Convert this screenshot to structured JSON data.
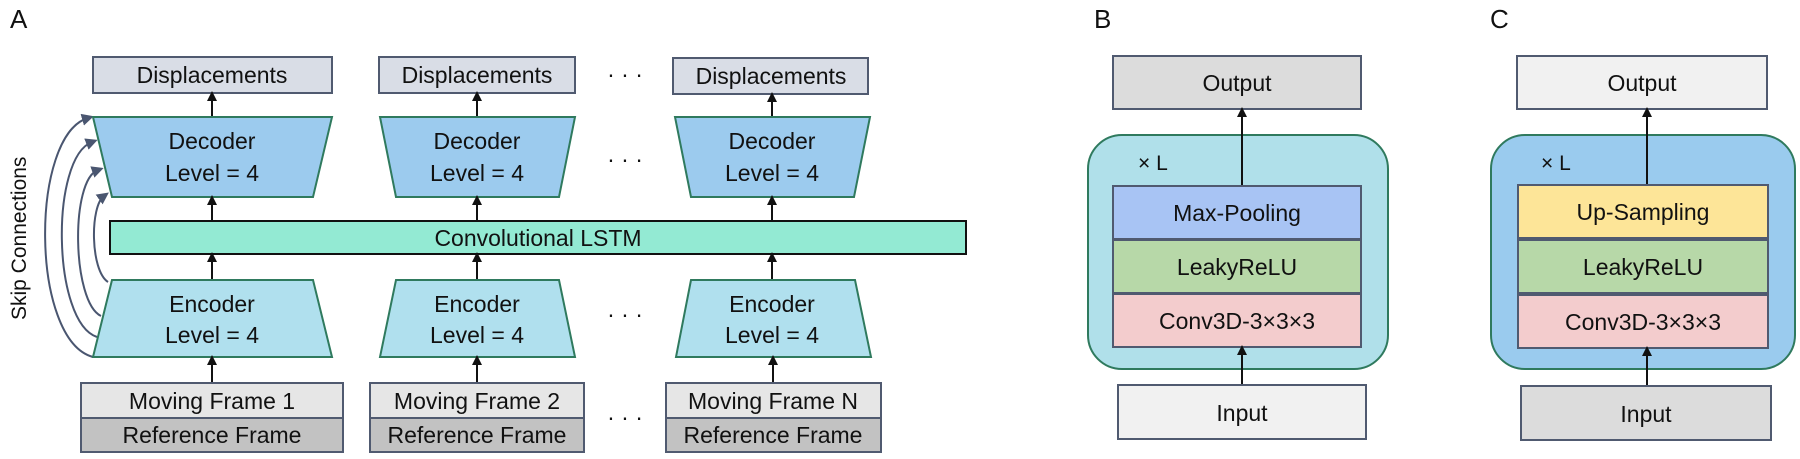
{
  "panels": {
    "a": {
      "label": "A",
      "skip_label": "Skip Connections",
      "lstm_label": "Convolutional LSTM",
      "ellipsis": "· · ·",
      "columns": [
        {
          "output": "Displacements",
          "decoder": [
            "Decoder",
            "Level = 4"
          ],
          "encoder": [
            "Encoder",
            "Level = 4"
          ],
          "moving": "Moving Frame 1",
          "reference": "Reference Frame"
        },
        {
          "output": "Displacements",
          "decoder": [
            "Decoder",
            "Level = 4"
          ],
          "encoder": [
            "Encoder",
            "Level = 4"
          ],
          "moving": "Moving Frame 2",
          "reference": "Reference Frame"
        },
        {
          "output": "Displacements",
          "decoder": [
            "Decoder",
            "Level = 4"
          ],
          "encoder": [
            "Encoder",
            "Level = 4"
          ],
          "moving": "Moving Frame N",
          "reference": "Reference Frame"
        }
      ]
    },
    "b": {
      "label": "B",
      "output": "Output",
      "repeat": "× L",
      "layers": [
        "Max-Pooling",
        "LeakyReLU",
        "Conv3D-3×3×3"
      ],
      "input": "Input"
    },
    "c": {
      "label": "C",
      "output": "Output",
      "repeat": "× L",
      "layers": [
        "Up-Sampling",
        "LeakyReLU",
        "Conv3D-3×3×3"
      ],
      "input": "Input"
    }
  },
  "colors": {
    "displacement_fill": "#d9dde6",
    "decoder_fill": "#9ccbee",
    "encoder_fill": "#b0e0ee",
    "lstm_fill": "#93ead3",
    "moving_fill": "#e6e6e6",
    "reference_fill": "#c2c2c2",
    "maxpool_fill": "#a8c4f4",
    "upsample_fill": "#fde598",
    "leaky_fill": "#b7d8a8",
    "conv_fill": "#f3cccd",
    "block_b_fill": "#b0e0ea",
    "block_c_fill": "#9acbee",
    "border_dark": "#505a70",
    "trap_border": "#2f7a5e"
  }
}
